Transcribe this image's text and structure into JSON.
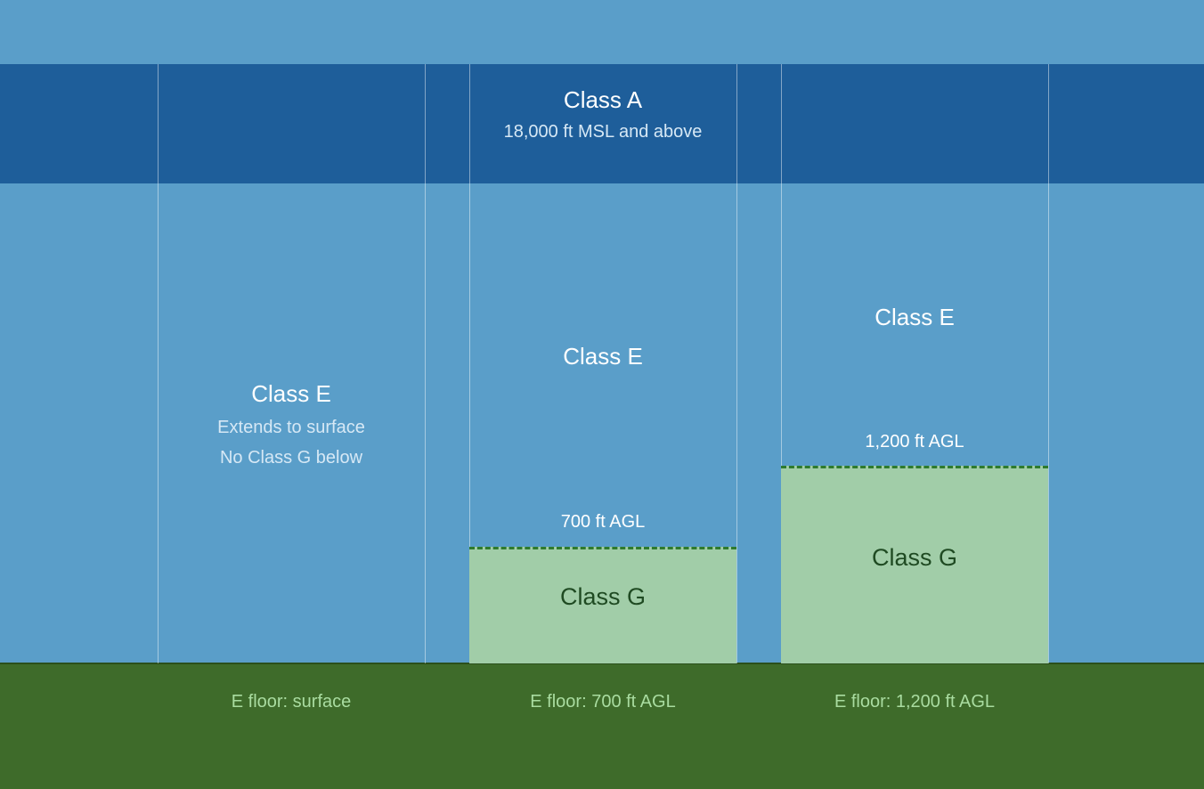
{
  "class_a": {
    "title": "Class A",
    "subtitle": "18,000 ft MSL and above"
  },
  "columns": [
    {
      "class_e_title": "Class E",
      "notes": [
        "Extends to surface",
        "No Class G below"
      ],
      "floor_label": "E floor: surface"
    },
    {
      "class_e_title": "Class E",
      "altitude_label": "700 ft AGL",
      "class_g_title": "Class G",
      "floor_label": "E floor: 700 ft AGL"
    },
    {
      "class_e_title": "Class E",
      "altitude_label": "1,200 ft AGL",
      "class_g_title": "Class G",
      "floor_label": "E floor: 1,200 ft AGL"
    }
  ],
  "colors": {
    "sky": "#5a9ec9",
    "class_a_band": "#1e5e9a",
    "class_g_fill": "#a1cda8",
    "class_g_boundary": "#2e7a2e",
    "ground": "#3e6b2a",
    "floor_label_text": "#a9dca0"
  }
}
